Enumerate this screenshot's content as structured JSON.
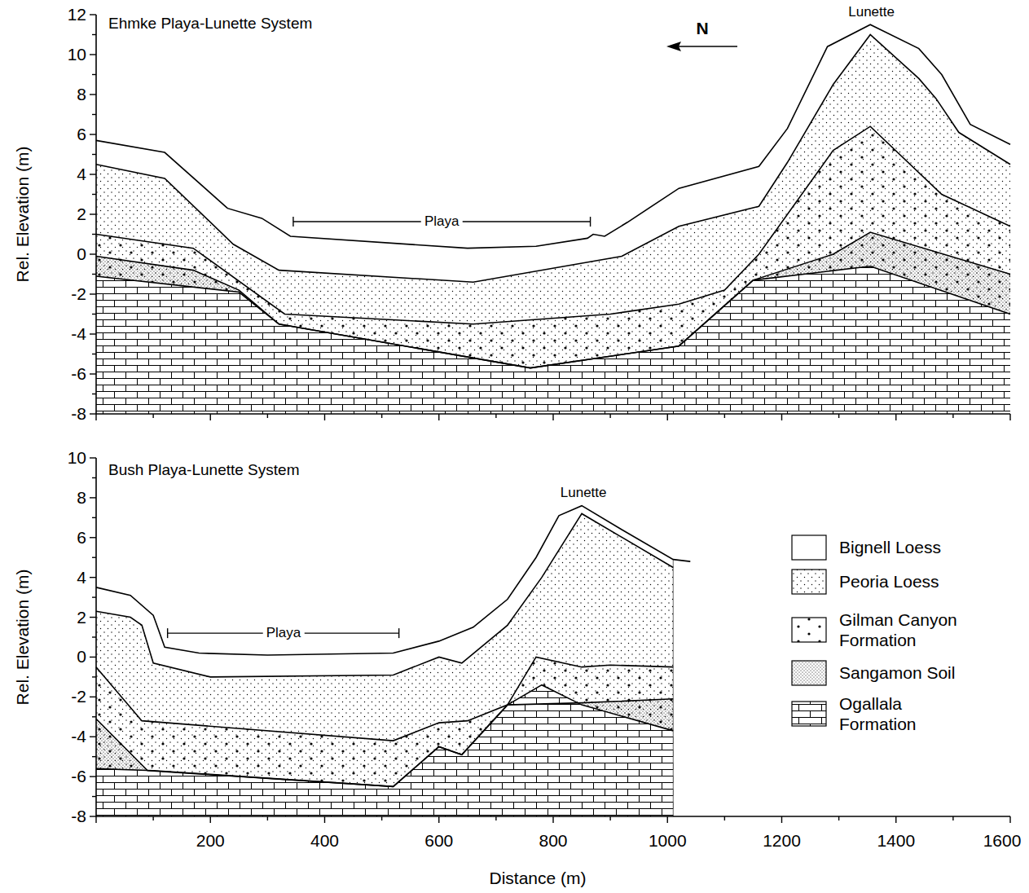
{
  "diagram": {
    "labels": [
      "Ehmke Playa-Lunette System",
      "Lunette",
      "N",
      "Playa",
      "Rel. Elevation (m)",
      "12",
      "10",
      "8",
      "6",
      "4",
      "2",
      "0",
      "-2",
      "-4",
      "-6",
      "-8",
      "Bush Playa-Lunette System",
      "Lunette",
      "Playa",
      "Rel. Elevation (m)",
      "10",
      "8",
      "6",
      "4",
      "2",
      "0",
      "-2",
      "-4",
      "-6",
      "-8",
      "200",
      "400",
      "600",
      "800",
      "1000",
      "1200",
      "1400",
      "1600",
      "Distance (m)"
    ],
    "legend": [
      {
        "text": "Bignell Loess"
      },
      {
        "text": "Peoria Loess"
      },
      {
        "text": "Gilman Canyon Formation"
      },
      {
        "text": "Sangamon Soil"
      },
      {
        "text": "Ogallala Formation"
      }
    ]
  }
}
